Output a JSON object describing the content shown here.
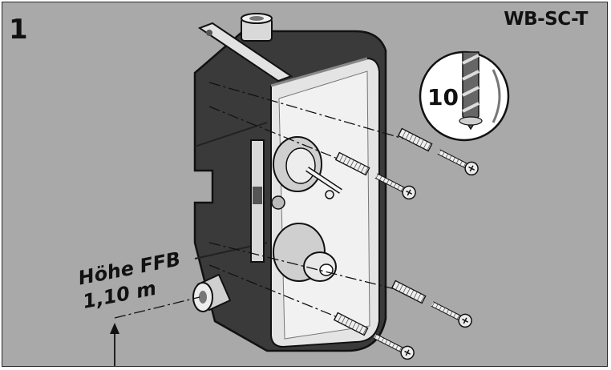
{
  "step": {
    "number": "1"
  },
  "header": {
    "model": "WB-SC-T"
  },
  "height_note": {
    "line1": "Höhe FFB",
    "line2": "1,10 m"
  },
  "drill_badge": {
    "size": "10"
  },
  "colors": {
    "background": "#a9a9a9",
    "box_body": "#3a3a3a",
    "box_edge": "#111111",
    "metal": "#d6d6d6",
    "screw": "#ececec"
  }
}
